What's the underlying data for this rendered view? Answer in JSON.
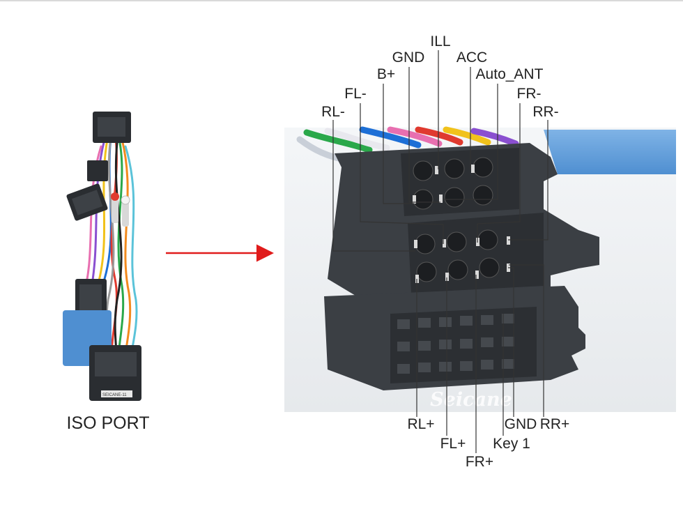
{
  "caption": "ISO PORT",
  "brand": "Seicane",
  "tag": "SEICANE-11",
  "colors": {
    "arrow": "#e01b1b",
    "leader": "#333333",
    "connector": "#3b3f44",
    "photo_bg": "#eceff2"
  },
  "icons": {
    "harness": "wire-harness-icon",
    "arrow": "arrow-right-icon"
  },
  "pins_top": [
    "ILL",
    "GND",
    "ACC",
    "B+",
    "Auto_ANT",
    "FL-",
    "FR-",
    "RL-",
    "RR-"
  ],
  "pins_bottom": [
    "RL+",
    "GND",
    "RR+",
    "FL+",
    "Key 1",
    "FR+"
  ]
}
